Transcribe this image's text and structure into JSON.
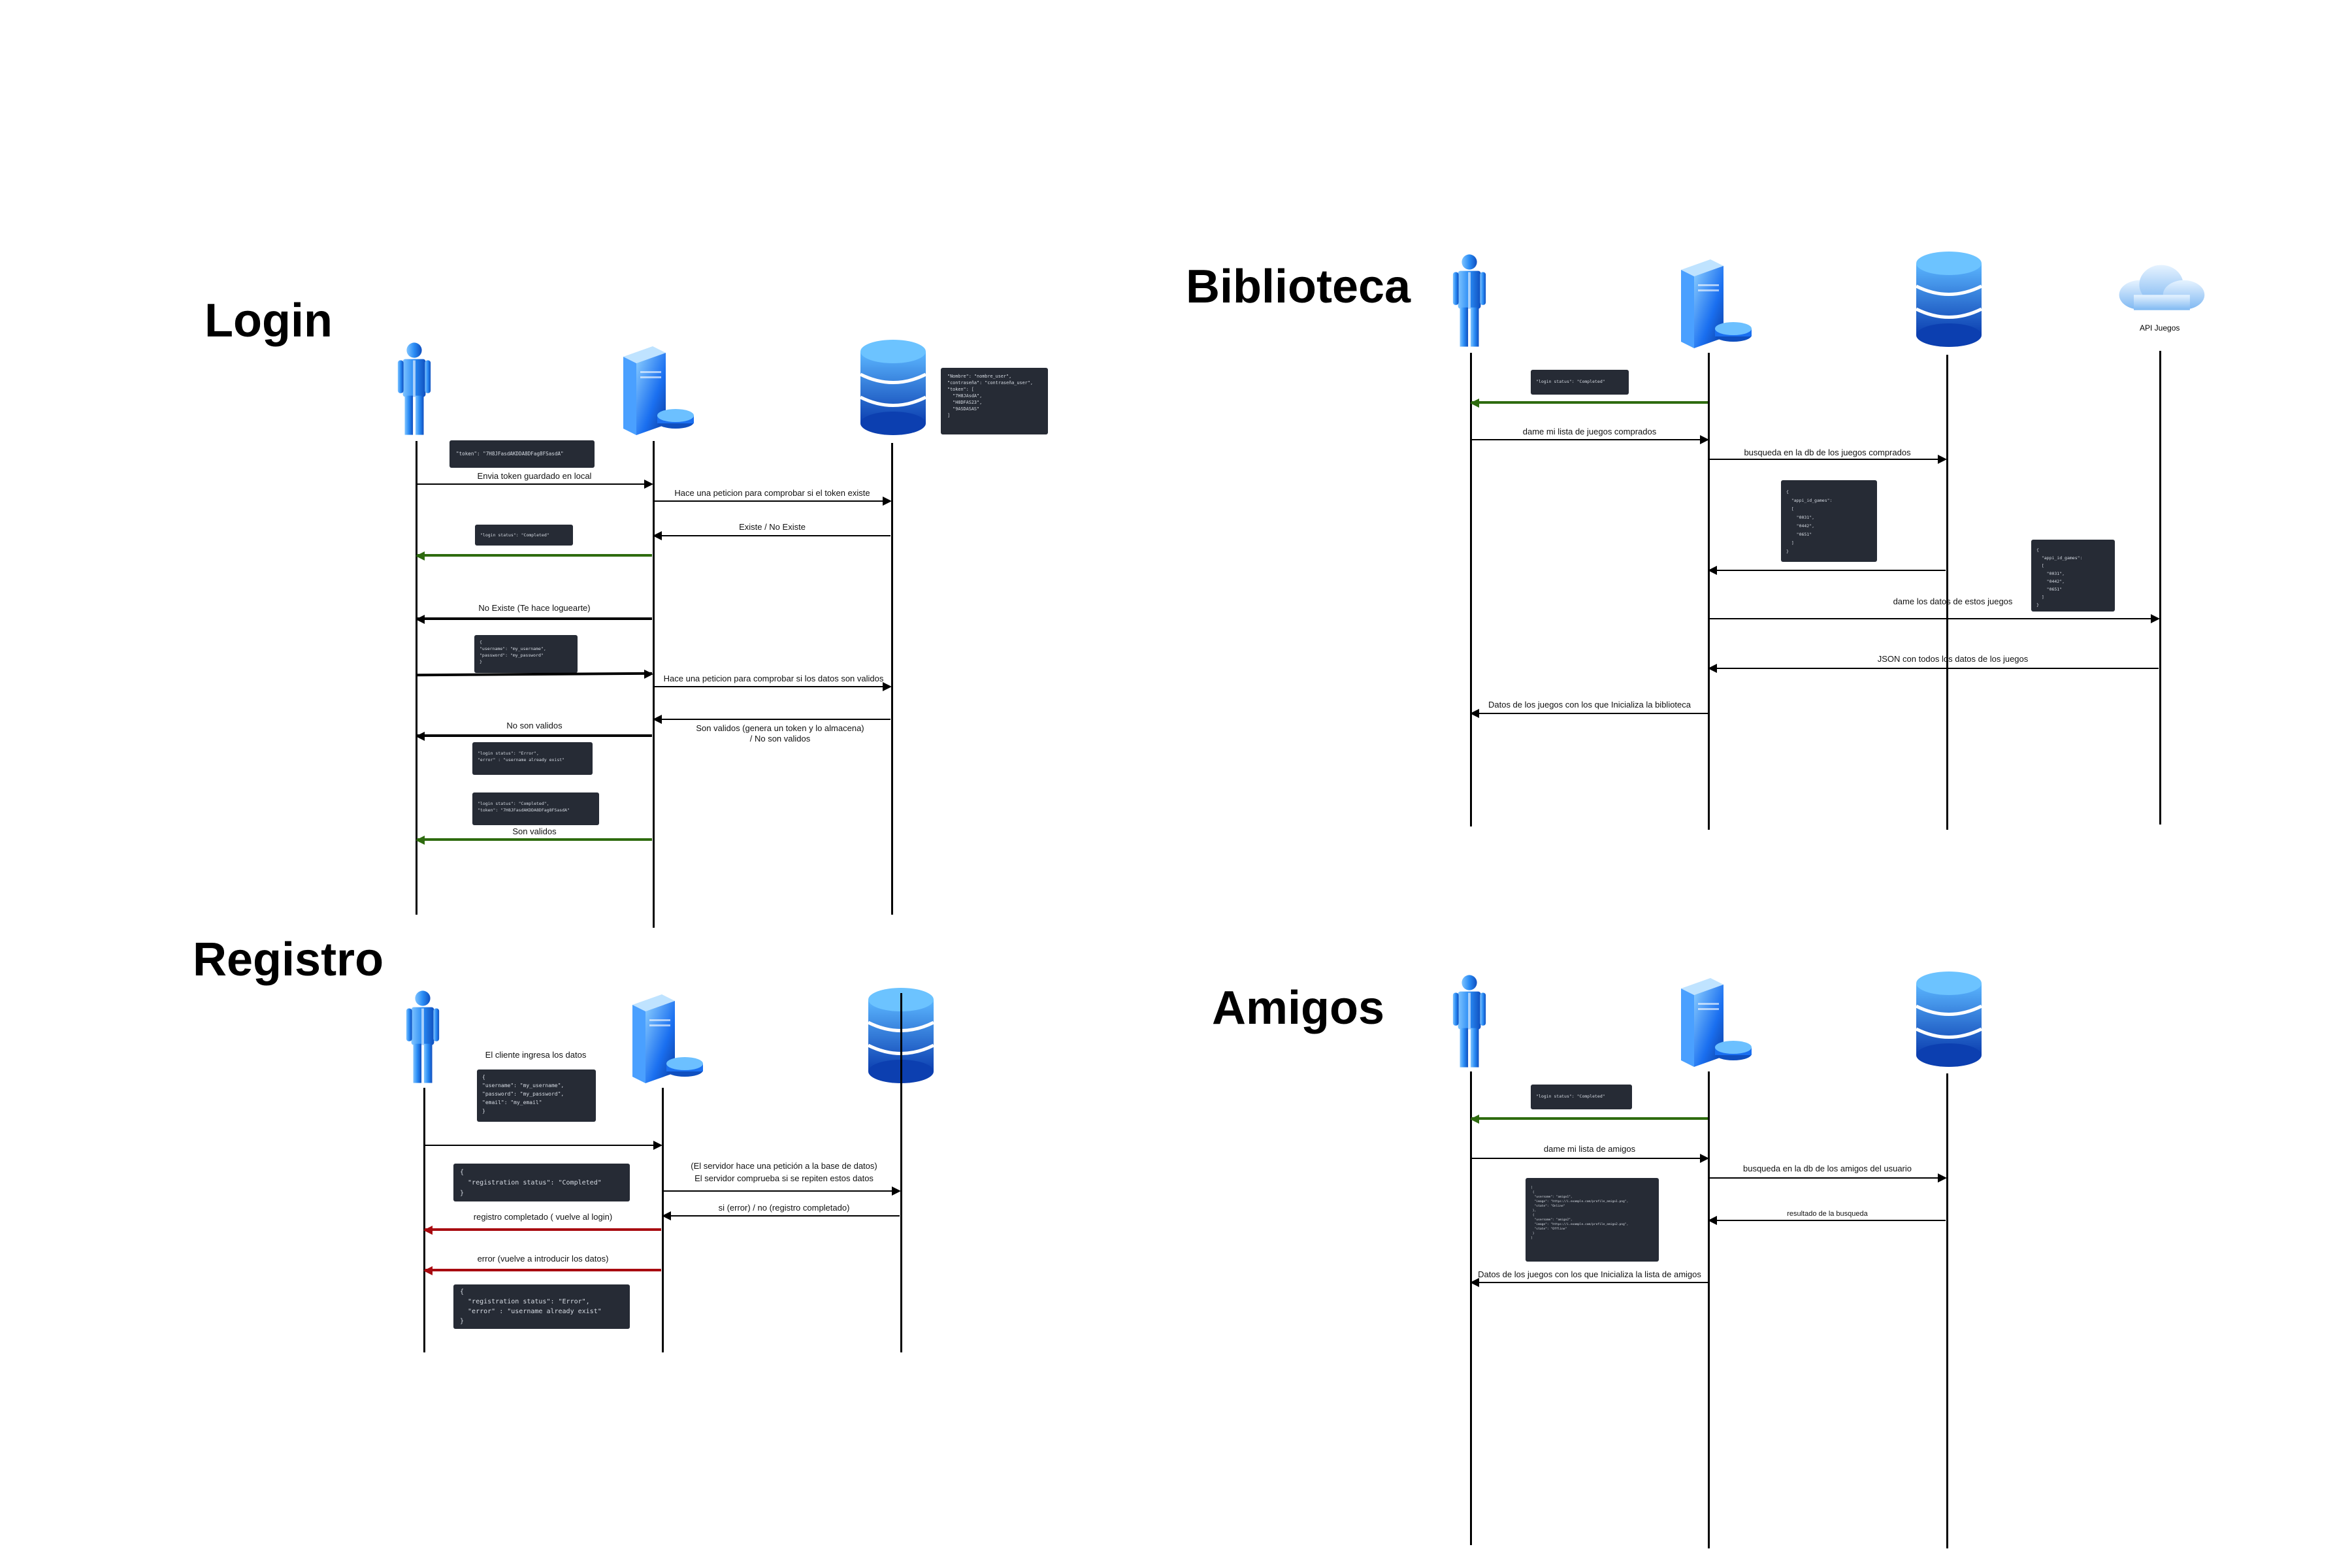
{
  "titles": {
    "login": "Login",
    "biblioteca": "Biblioteca",
    "registro": "Registro",
    "amigos": "Amigos"
  },
  "icons": {
    "user": "user-icon",
    "server": "server-icon",
    "database": "database-icon",
    "cloud": "cloud-icon"
  },
  "colors": {
    "success_arrow": "#2e6b0f",
    "error_arrow": "#a80a10",
    "code_bg": "#262b35",
    "icon_blue": "#1a6ff0"
  },
  "login": {
    "msg1": "Envia token guardado en local",
    "msg2": "Hace una peticion para comprobar si el token existe",
    "msg3": "Existe / No Existe",
    "msg4": "No Existe (Te hace loguearte)",
    "msg5": "Hace una peticion para comprobar si los datos son validos",
    "msg6": "No son validos",
    "msg7_l1": "Son validos (genera un token y lo almacena)",
    "msg7_l2": "/ No son validos",
    "msg8": "Son validos",
    "code_token": "\"token\": \"7H8JFasdAKDDA8DFag8FSasdA\"",
    "code_db": "\"Nombre\": \"nombre_user\",\n\"contraseña\": \"contraseña_user\",\n\"token\": [\n  \"7H8JAsdA\",\n  \"H8DFAS23\",\n  \"9ASDASAS\"\n]",
    "code_status_ok": "\"login status\": \"Completed\"",
    "code_credentials": "{\n\"username\": \"my_username\",\n\"password\": \"my_password\"\n}",
    "code_status_err": "\"login status\": \"Error\",\n\"error\" : \"username already exist\"",
    "code_status_token": "\"login status\": \"Completed\",\n\"token\": \"7H8JFasdAKDDA8DFag8FSasdA\""
  },
  "biblioteca": {
    "cloud_label": "API Juegos",
    "code_status": "\"login status\": \"Completed\"",
    "msg1": "dame mi lista de juegos comprados",
    "msg2": "busqueda en la db de los juegos comprados",
    "code_games_a": "{\n  \"appi_id_games\":\n  [\n    \"0031\",\n    \"0442\",\n    \"0651\"\n  ]\n}",
    "code_games_b": "{\n  \"appi_id_games\":\n  [\n    \"0031\",\n    \"0442\",\n    \"0651\"\n  ]\n}",
    "msg3": "dame los datos de estos juegos",
    "msg4": "JSON con todos los datos de los juegos",
    "msg5": "Datos de los juegos con los que Inicializa la biblioteca"
  },
  "registro": {
    "msg_client": "El cliente ingresa los datos",
    "code_input": "{\n\"username\": \"my_username\",\n\"password\": \"my_password\",\n\"email\": \"my_email\"\n}",
    "note_l1": "(El servidor hace una petición a la base de datos)",
    "note_l2": "El servidor comprueba si se repiten estos datos",
    "msg_db": "si (error) / no (registro completado)",
    "code_completed": "{\n  \"registration status\": \"Completed\"\n}",
    "msg_ok": "registro completado ( vuelve al login)",
    "msg_err": "error (vuelve a introducir los datos)",
    "code_error": "{\n  \"registration status\": \"Error\",\n  \"error\" : \"username already exist\"\n}"
  },
  "amigos": {
    "code_status": "\"login status\": \"Completed\"",
    "msg1": "dame mi lista de amigos",
    "msg2": "busqueda en la db de los amigos del usuario",
    "msg3": "resultado de la busqueda",
    "code_friends": "[\n {\n  \"username\": \"amigo1\",\n  \"image\": \"https://i.example.com/profile_amigo1.png\",\n  \"state\": \"Online\"\n },\n {\n  \"username\": \"amigo2\",\n  \"image\": \"https://i.example.com/profile_amigo2.png\",\n  \"state\": \"Offline\"\n }\n]",
    "msg4": "Datos de los juegos con los que Inicializa la lista de amigos"
  }
}
